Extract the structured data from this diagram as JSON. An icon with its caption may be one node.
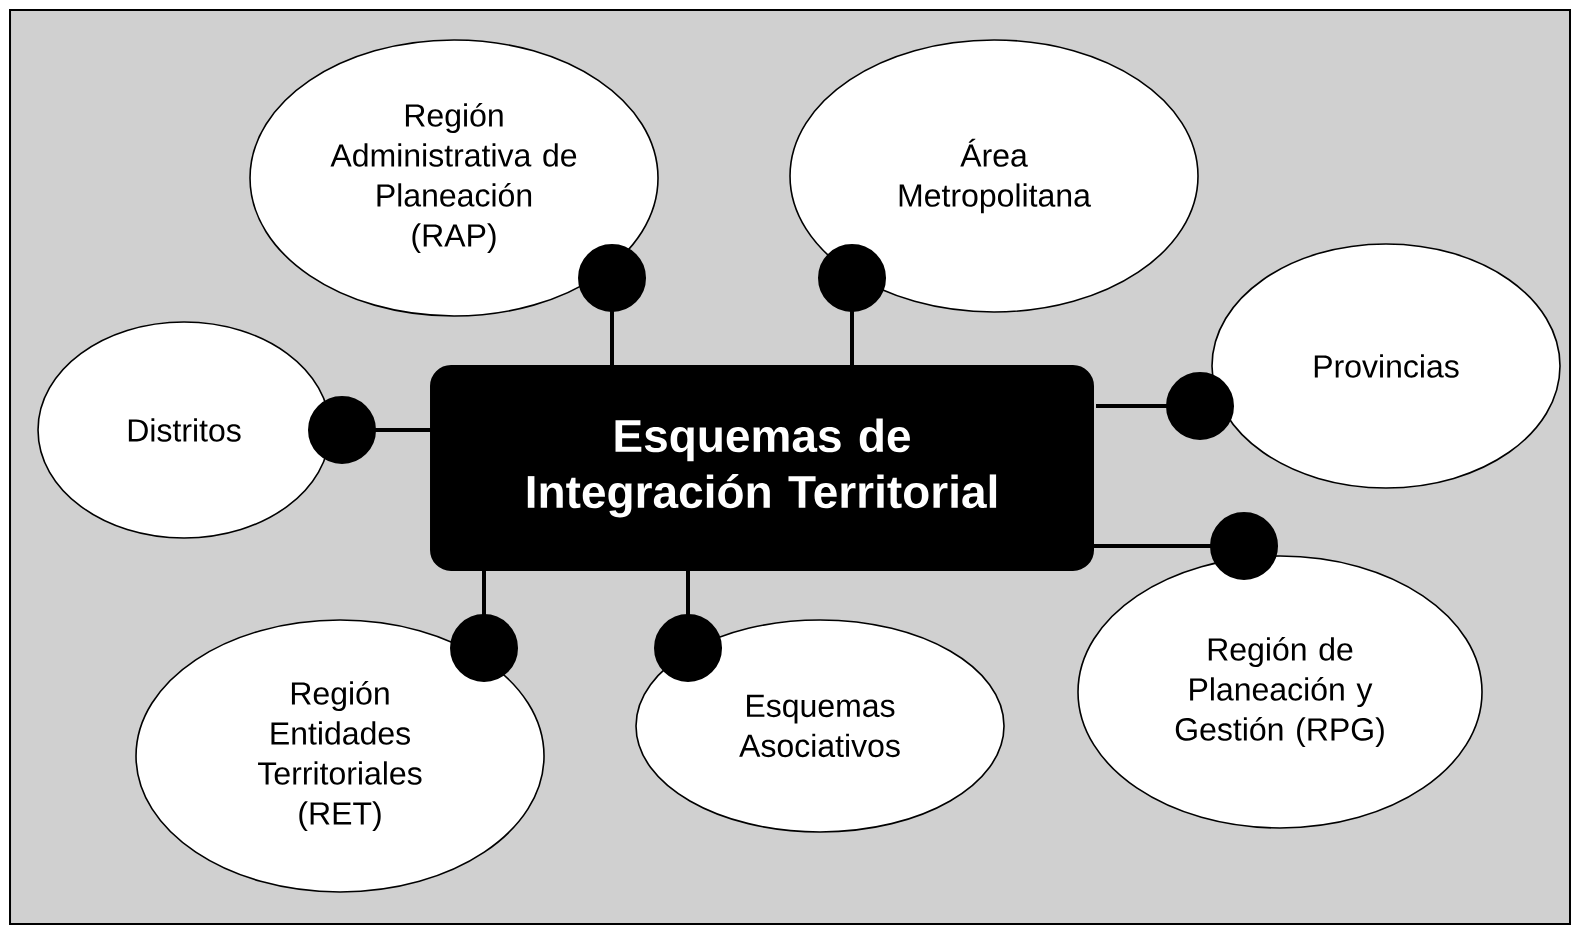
{
  "diagram": {
    "nodes": [
      {
        "text": [
          "Esquemas de Integración Territorial"
        ]
      },
      {
        "text": [
          "Región Administrativa de Planeación (RAP)"
        ]
      },
      {
        "text": [
          "Área Metropolitana"
        ]
      },
      {
        "text": [
          "Distritos"
        ]
      },
      {
        "text": [
          "Provincias"
        ]
      },
      {
        "text": [
          "Región Entidades Territoriales (RET)"
        ]
      },
      {
        "text": [
          "Esquemas Asociativos"
        ]
      },
      {
        "text": [
          "Región de Planeación y Gestión (RPG)"
        ]
      }
    ],
    "edges": [
      {
        "from": 0,
        "to": 1,
        "arrow": "other"
      },
      {
        "from": 0,
        "to": 2,
        "arrow": "other"
      },
      {
        "from": 0,
        "to": 3,
        "arrow": "other"
      },
      {
        "from": 0,
        "to": 4,
        "arrow": "other"
      },
      {
        "from": 0,
        "to": 7,
        "arrow": "other"
      },
      {
        "from": 0,
        "to": 5,
        "arrow": "other"
      },
      {
        "from": 0,
        "to": 6,
        "arrow": "other"
      }
    ]
  }
}
